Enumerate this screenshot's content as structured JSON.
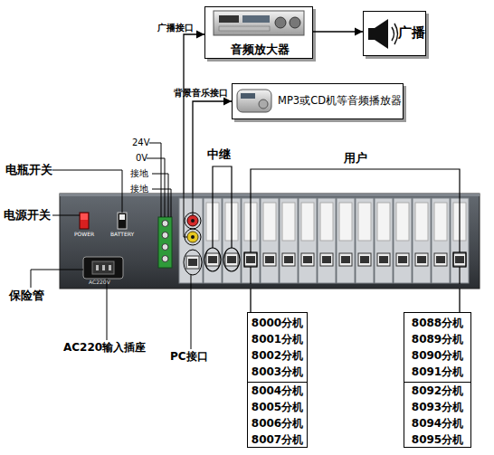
{
  "diagram": {
    "nodes": [
      {
        "text": [
          "音频放大器"
        ]
      },
      {
        "text": [
          "广播"
        ]
      },
      {
        "text": [
          "MP3或CD机等音频播放器"
        ]
      },
      {
        "text": [
          "POWER",
          "BATTERY",
          "AC220V"
        ]
      },
      {
        "text": [
          "8000分机",
          "8001分机",
          "8002分机",
          "8003分机",
          "8004分机",
          "8005分机",
          "8006分机",
          "8007分机"
        ]
      },
      {
        "text": [
          "8088分机",
          "8089分机",
          "8090分机",
          "8091分机",
          "8092分机",
          "8093分机",
          "8094分机",
          "8095分机"
        ]
      }
    ],
    "edges": [
      {
        "from": 0,
        "to": 1,
        "arrow": "to"
      },
      {
        "from": 3,
        "to": 0,
        "arrow": "to"
      },
      {
        "from": 3,
        "to": 2,
        "arrow": "to"
      },
      {
        "from": 3,
        "to": 4,
        "arrow": "none"
      },
      {
        "from": 3,
        "to": 5,
        "arrow": "none"
      }
    ],
    "labels": [
      "广播接口",
      "背景音乐接口",
      "24V",
      "0V",
      "接地",
      "接地",
      "电瓶开关",
      "电源开关",
      "中继",
      "用户",
      "保险管",
      "AC220输入插座",
      "PC接口"
    ]
  }
}
